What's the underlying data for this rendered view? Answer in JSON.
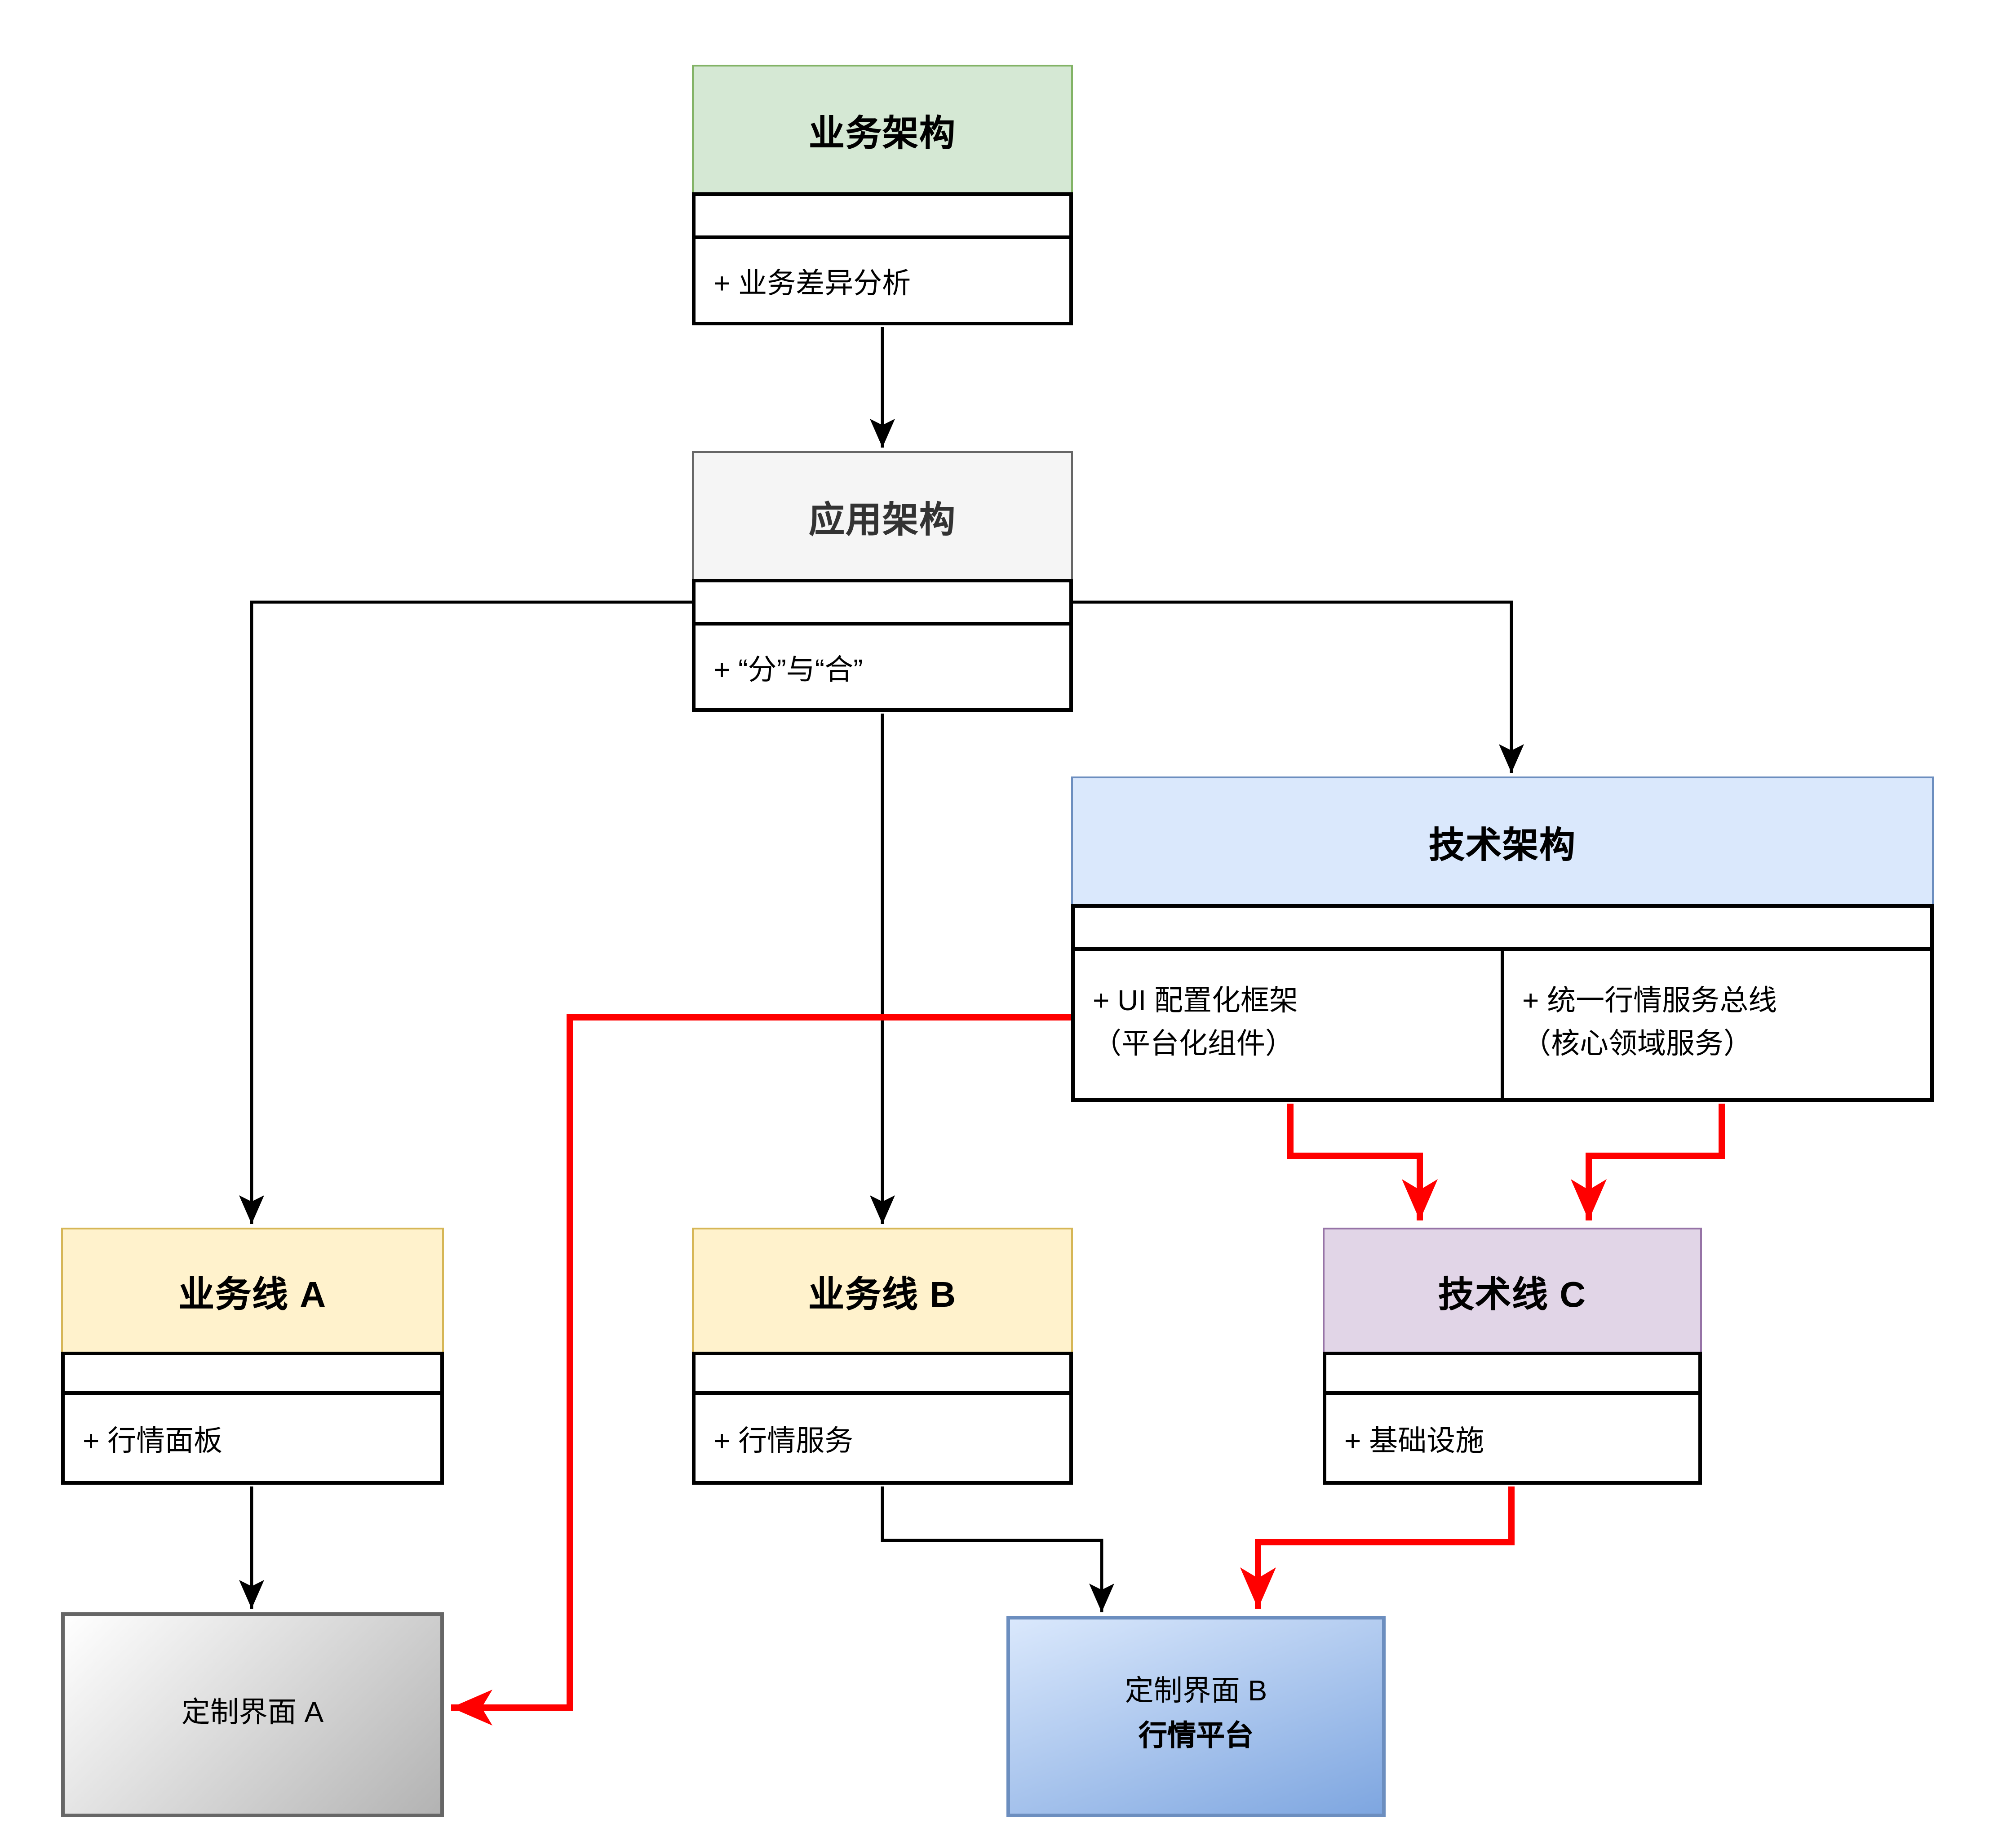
{
  "colors": {
    "edge": "#000000",
    "highlight_edge": "#ff0000",
    "background": "#ffffff"
  },
  "nodes": {
    "business_arch": {
      "title": "业务架构",
      "attribute": "+ 业务差异分析",
      "header_fill": "#d5e8d4",
      "header_border": "#82b366"
    },
    "app_arch": {
      "title": "应用架构",
      "attribute": "+ “分”与“合”",
      "header_fill": "#f5f5f5",
      "header_border": "#666666"
    },
    "tech_arch": {
      "title": "技术架构",
      "header_fill": "#dae8fc",
      "header_border": "#6c8ebf",
      "cells": [
        {
          "lines": [
            "+ UI 配置化框架",
            "（平台化组件）"
          ]
        },
        {
          "lines": [
            "+ 统一行情服务总线",
            "（核心领域服务）"
          ]
        }
      ]
    },
    "biz_line_a": {
      "title": "业务线 A",
      "attribute": "+ 行情面板",
      "header_fill": "#fff2cc",
      "header_border": "#d6b656"
    },
    "biz_line_b": {
      "title": "业务线 B",
      "attribute": "+ 行情服务",
      "header_fill": "#fff2cc",
      "header_border": "#d6b656"
    },
    "tech_line_c": {
      "title": "技术线 C",
      "attribute": "+ 基础设施",
      "header_fill": "#e1d5e7",
      "header_border": "#9673a6"
    },
    "custom_ui_a": {
      "title": "定制界面 A",
      "fill_gradient": [
        "#ffffff",
        "#b3b3b3"
      ],
      "border": "#666666"
    },
    "custom_ui_b": {
      "lines": [
        "定制界面 B",
        "行情平台"
      ],
      "fill_gradient": [
        "#dae8fc",
        "#7ea6e0"
      ],
      "border": "#6c8ebf"
    }
  }
}
